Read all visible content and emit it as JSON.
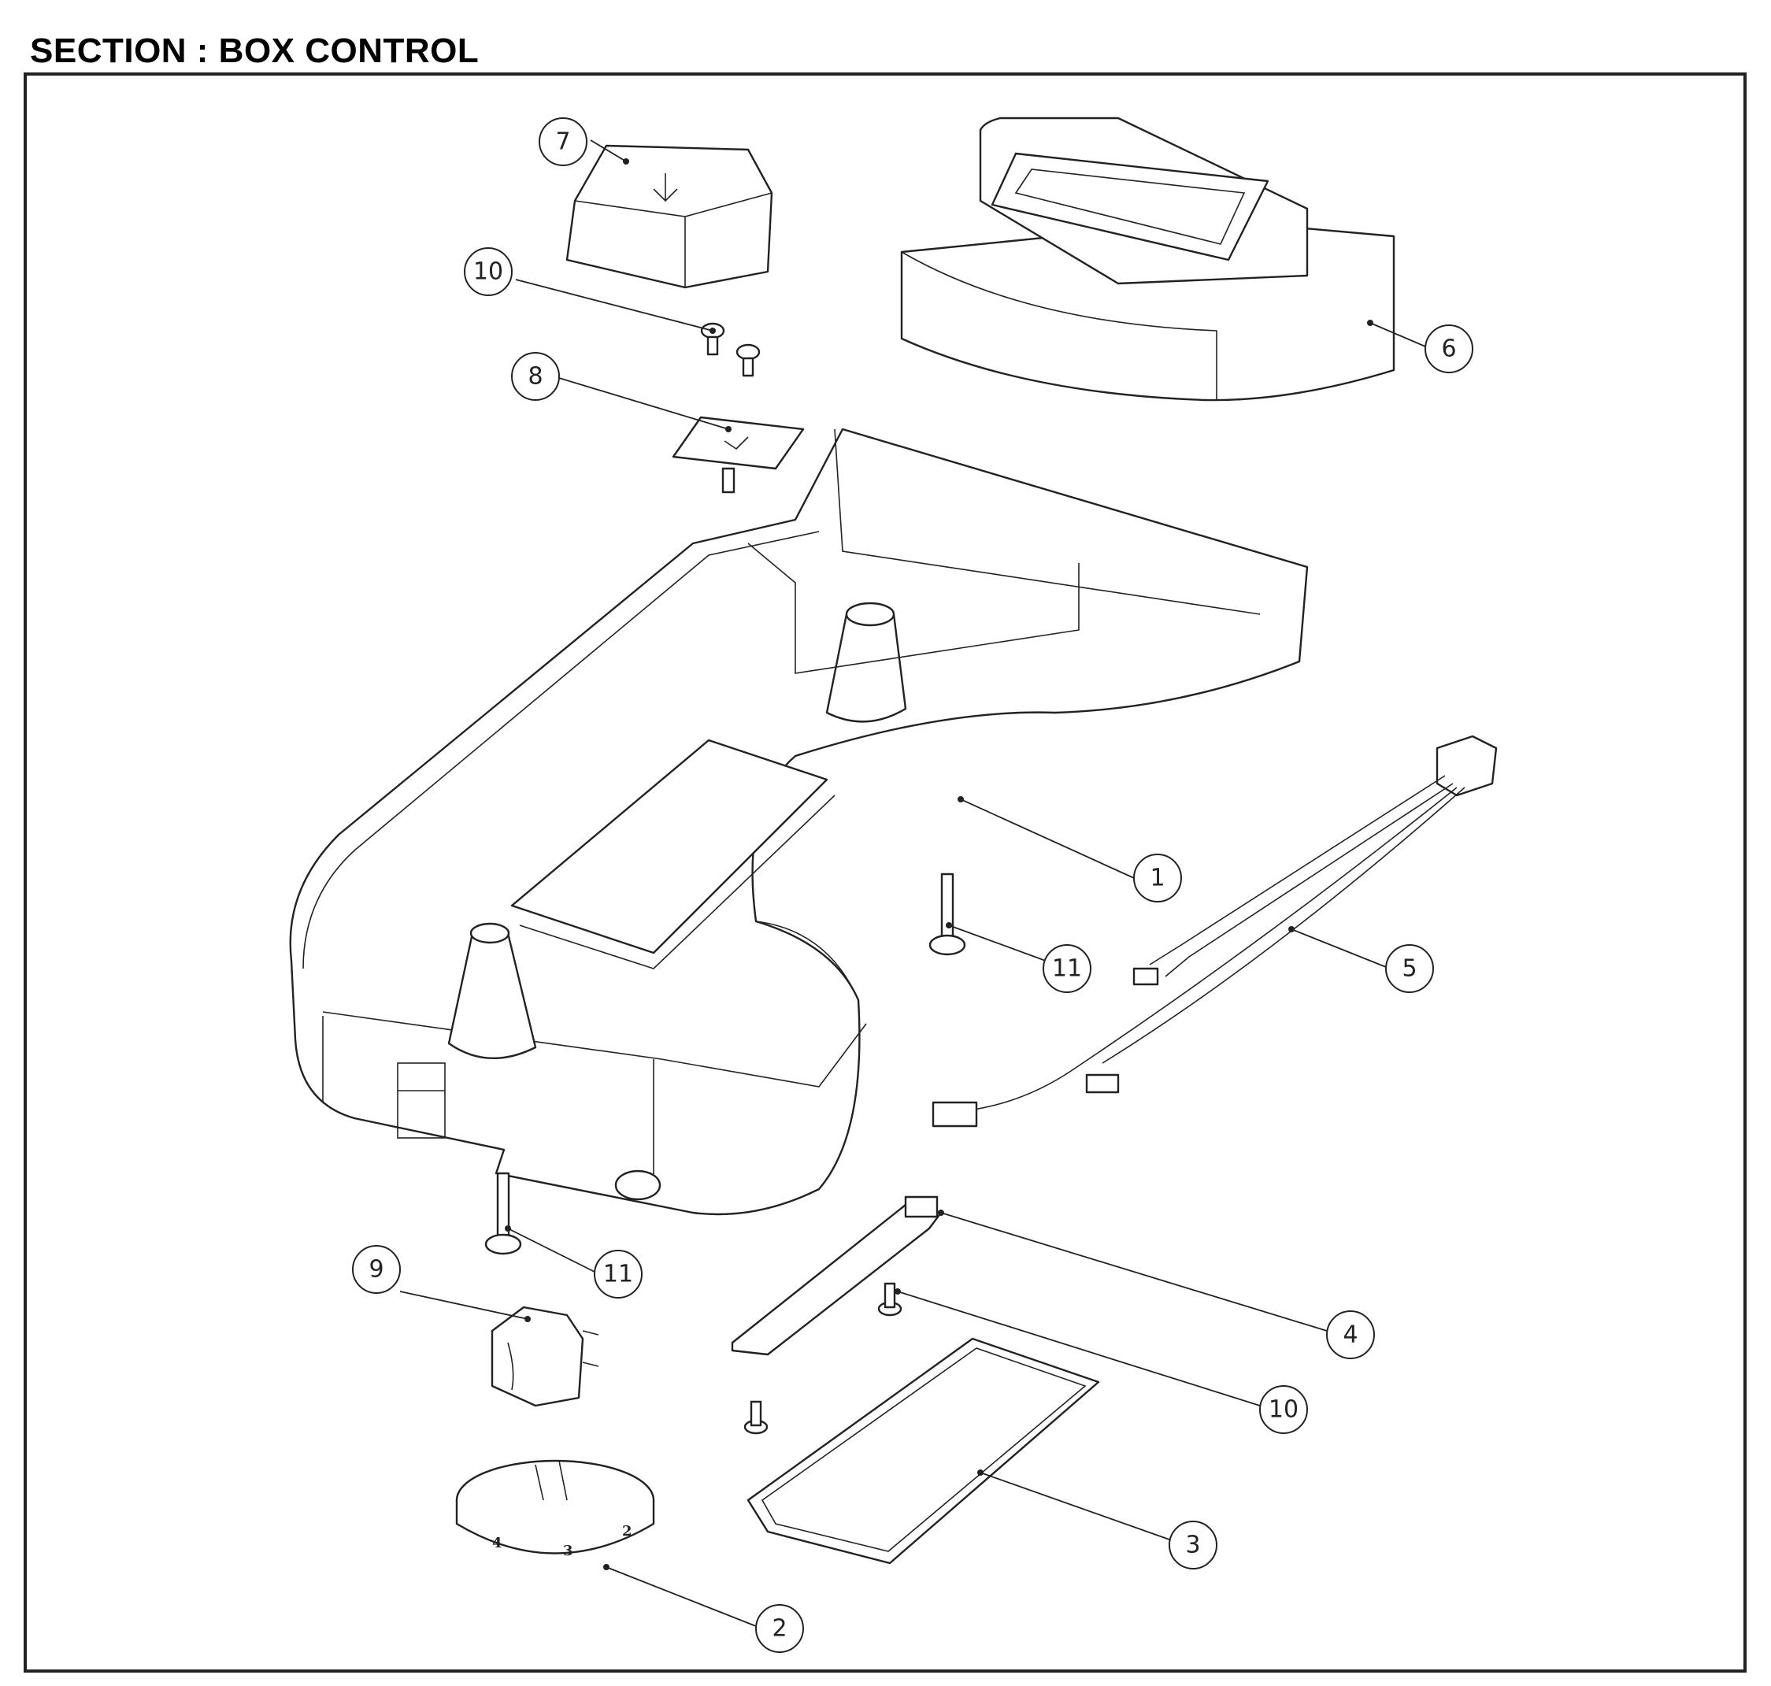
{
  "title": "SECTION : BOX CONTROL",
  "dial_numbers": [
    "4",
    "3",
    "2"
  ],
  "callouts": [
    {
      "label": "1"
    },
    {
      "label": "2"
    },
    {
      "label": "3"
    },
    {
      "label": "4"
    },
    {
      "label": "5"
    },
    {
      "label": "6"
    },
    {
      "label": "7"
    },
    {
      "label": "8"
    },
    {
      "label": "9"
    },
    {
      "label": "10"
    },
    {
      "label": "10"
    },
    {
      "label": "11"
    },
    {
      "label": "11"
    }
  ]
}
